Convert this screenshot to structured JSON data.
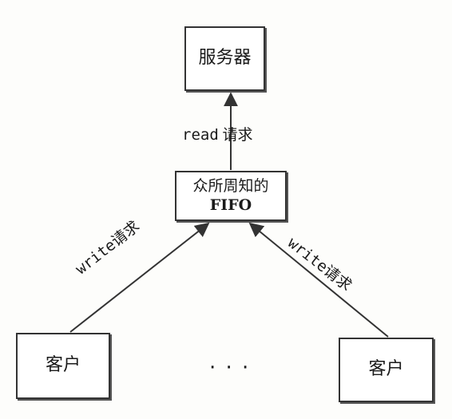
{
  "diagram": {
    "server": {
      "label": "服务器"
    },
    "fifo": {
      "label_line1": "众所周知的",
      "label_line2": "FIFO"
    },
    "clients": [
      {
        "label": "客户"
      },
      {
        "label": "客户"
      }
    ],
    "ellipsis": "· · ·",
    "edges": {
      "read": {
        "verb": "read",
        "noun": "请求"
      },
      "write_left": {
        "verb": "write",
        "noun": "请求"
      },
      "write_right": {
        "verb": "write",
        "noun": "请求"
      }
    },
    "colors": {
      "stroke": "#333333",
      "text": "#1a1a1a",
      "background": "#ffffff"
    }
  }
}
